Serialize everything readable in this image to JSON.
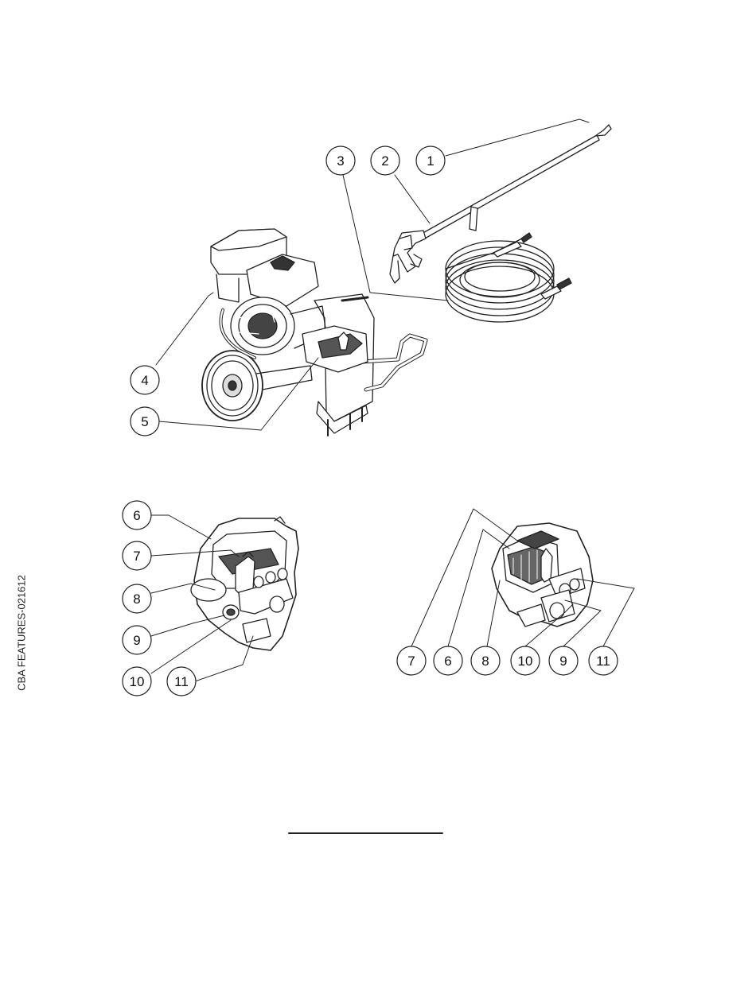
{
  "document_code": "CBA FEATURES-021612",
  "callouts": {
    "top": [
      "1",
      "2",
      "3",
      "4",
      "5"
    ],
    "left_detail": [
      "6",
      "7",
      "8",
      "9",
      "10",
      "11"
    ],
    "right_detail": [
      "7",
      "6",
      "8",
      "10",
      "9",
      "11"
    ]
  },
  "colors": {
    "line": "#222222",
    "fill": "#ffffff",
    "shade": "#555555"
  }
}
